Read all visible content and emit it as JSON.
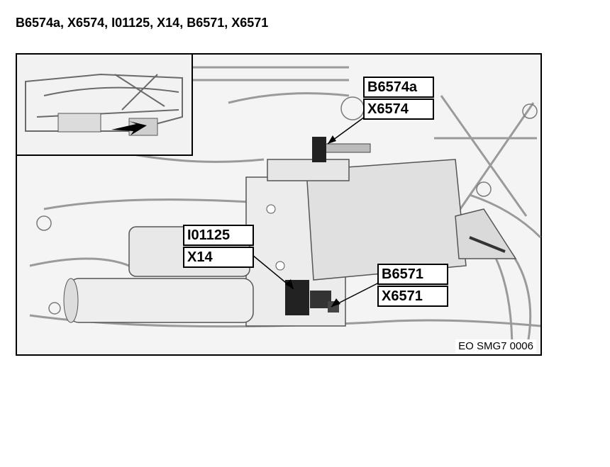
{
  "page": {
    "title": "B6574a, X6574, I01125, X14, B6571, X6571"
  },
  "figure": {
    "callouts": {
      "b6574a": "B6574a",
      "x6574": "X6574",
      "i01125": "I01125",
      "x14": "X14",
      "b6571": "B6571",
      "x6571": "X6571"
    },
    "image_code": "EO SMG7 0006"
  }
}
